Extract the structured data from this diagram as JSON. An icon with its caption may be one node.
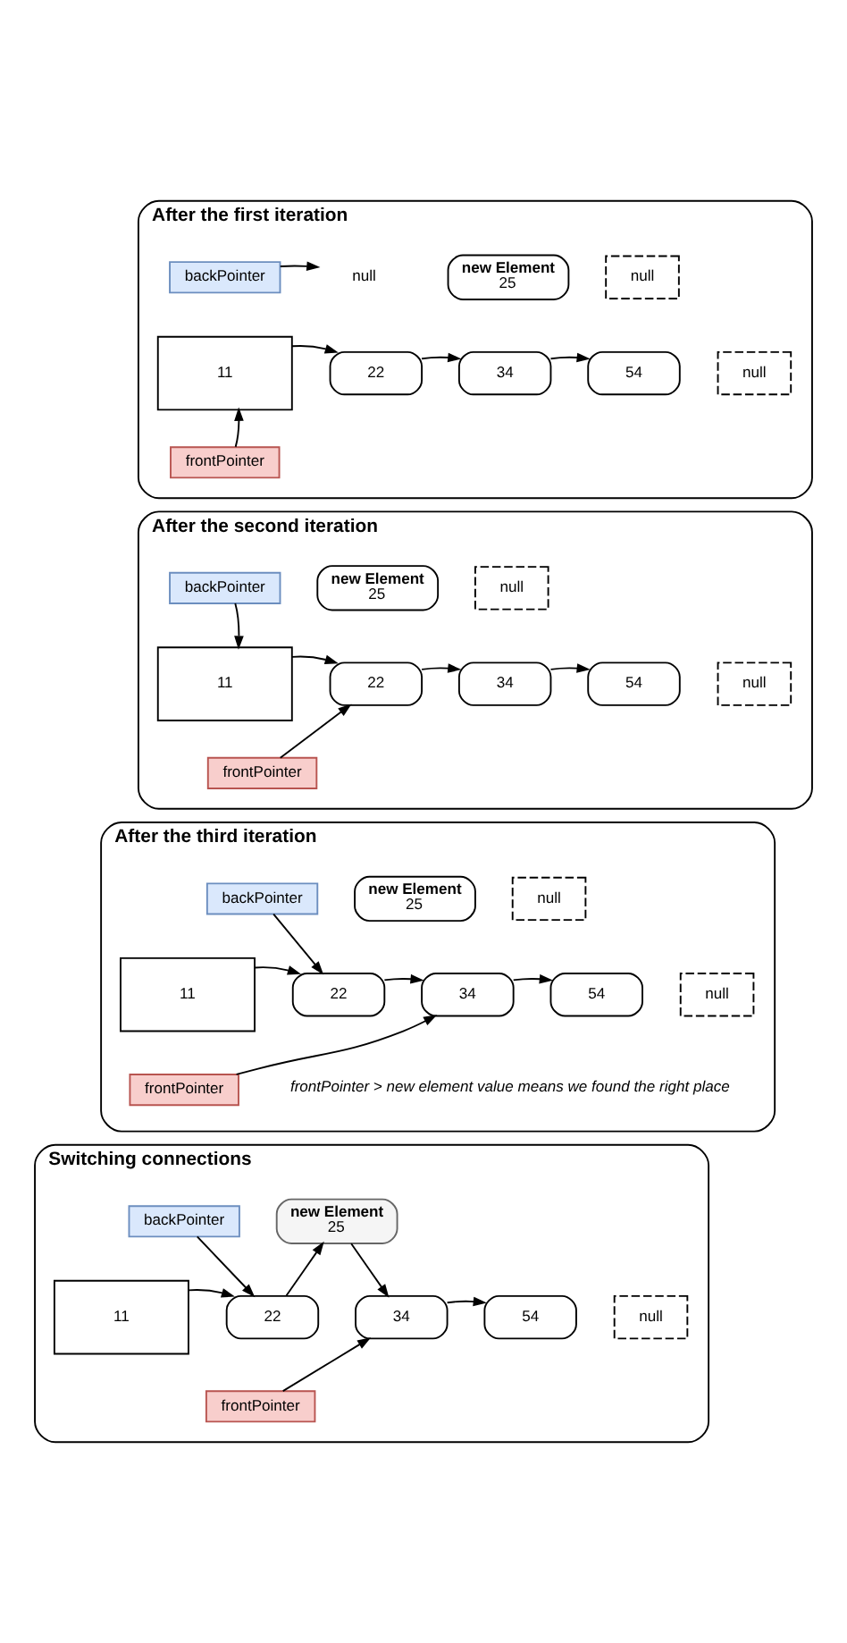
{
  "diagram": {
    "nodes": [
      {
        "text": [
          "After the first iteration"
        ]
      },
      {
        "text": [
          "backPointer"
        ],
        "in": 0
      },
      {
        "text": [
          "null"
        ],
        "in": 0
      },
      {
        "text": [
          "new Element",
          "25"
        ],
        "in": 0
      },
      {
        "text": [
          "null"
        ],
        "in": 0
      },
      {
        "text": [
          "11"
        ],
        "in": 0
      },
      {
        "text": [
          "22"
        ],
        "in": 0
      },
      {
        "text": [
          "34"
        ],
        "in": 0
      },
      {
        "text": [
          "54"
        ],
        "in": 0
      },
      {
        "text": [
          "null"
        ],
        "in": 0
      },
      {
        "text": [
          "frontPointer"
        ],
        "in": 0
      },
      {
        "text": [
          "After the second iteration"
        ]
      },
      {
        "text": [
          "backPointer"
        ],
        "in": 11
      },
      {
        "text": [
          "new Element",
          "25"
        ],
        "in": 11
      },
      {
        "text": [
          "null"
        ],
        "in": 11
      },
      {
        "text": [
          "11"
        ],
        "in": 11
      },
      {
        "text": [
          "22"
        ],
        "in": 11
      },
      {
        "text": [
          "34"
        ],
        "in": 11
      },
      {
        "text": [
          "54"
        ],
        "in": 11
      },
      {
        "text": [
          "null"
        ],
        "in": 11
      },
      {
        "text": [
          "frontPointer"
        ],
        "in": 11
      },
      {
        "text": [
          "After the third iteration"
        ]
      },
      {
        "text": [
          "new Element",
          "25"
        ],
        "in": 21
      },
      {
        "text": [
          "null"
        ],
        "in": 21
      },
      {
        "text": [
          "backPointer"
        ],
        "in": 21
      },
      {
        "text": [
          "11"
        ],
        "in": 21
      },
      {
        "text": [
          "22"
        ],
        "in": 21
      },
      {
        "text": [
          "34"
        ],
        "in": 21
      },
      {
        "text": [
          "54"
        ],
        "in": 21
      },
      {
        "text": [
          "null"
        ],
        "in": 21
      },
      {
        "text": [
          "frontPointer"
        ],
        "in": 21
      },
      {
        "text": [
          "Switching connections"
        ]
      },
      {
        "text": [
          "backPointer"
        ],
        "in": 31
      },
      {
        "text": [
          "new Element",
          "25"
        ],
        "in": 31
      },
      {
        "text": [
          "11"
        ],
        "in": 31
      },
      {
        "text": [
          "22"
        ],
        "in": 31
      },
      {
        "text": [
          "34"
        ],
        "in": 31
      },
      {
        "text": [
          "54"
        ],
        "in": 31
      },
      {
        "text": [
          "null"
        ],
        "in": 31
      },
      {
        "text": [
          "frontPointer"
        ],
        "in": 31
      }
    ],
    "edges": [
      {
        "from": 1,
        "to": 2,
        "arrow": "to"
      },
      {
        "from": 5,
        "to": 6,
        "arrow": "to"
      },
      {
        "from": 6,
        "to": 7,
        "arrow": "to"
      },
      {
        "from": 7,
        "to": 8,
        "arrow": "to"
      },
      {
        "from": 10,
        "to": 5,
        "arrow": "to"
      },
      {
        "from": 12,
        "to": 15,
        "arrow": "to"
      },
      {
        "from": 15,
        "to": 16,
        "arrow": "to"
      },
      {
        "from": 16,
        "to": 17,
        "arrow": "to"
      },
      {
        "from": 17,
        "to": 18,
        "arrow": "to"
      },
      {
        "from": 20,
        "to": 16,
        "arrow": "to"
      },
      {
        "from": 24,
        "to": 26,
        "arrow": "to"
      },
      {
        "from": 25,
        "to": 26,
        "arrow": "to"
      },
      {
        "from": 26,
        "to": 27,
        "arrow": "to"
      },
      {
        "from": 27,
        "to": 28,
        "arrow": "to"
      },
      {
        "from": 30,
        "to": 27,
        "arrow": "to"
      },
      {
        "from": 32,
        "to": 35,
        "arrow": "to"
      },
      {
        "from": 34,
        "to": 35,
        "arrow": "to"
      },
      {
        "from": 35,
        "to": 33,
        "arrow": "to"
      },
      {
        "from": 33,
        "to": 36,
        "arrow": "to"
      },
      {
        "from": 36,
        "to": 37,
        "arrow": "to"
      },
      {
        "from": 39,
        "to": 36,
        "arrow": "to"
      }
    ],
    "labels": [
      "frontPointer > new element value means we found the right place"
    ]
  }
}
